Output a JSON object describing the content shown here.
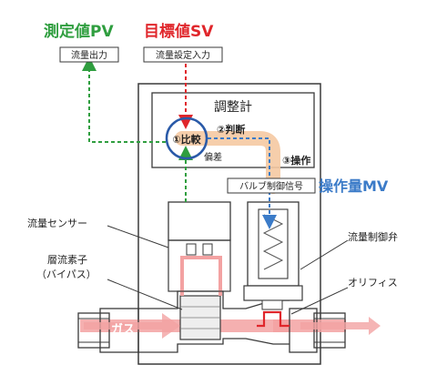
{
  "labels": {
    "pv_title": "測定値PV",
    "sv_title": "目標値SV",
    "mv_title": "操作量MV",
    "flow_output": "流量出力",
    "flow_setting_input": "流量設定入力",
    "controller": "調整計",
    "compare": "①比較",
    "judge": "②判断",
    "operate": "③操作",
    "deviation": "偏差",
    "valve_signal": "バルブ制御信号",
    "flow_sensor": "流量センサー",
    "laminar_element_line1": "層流素子",
    "laminar_element_line2": "（バイパス）",
    "flow_control_valve": "流量制御弁",
    "orifice": "オリフィス",
    "gas": "ガス"
  },
  "colors": {
    "pv_green": "#2f9e3f",
    "sv_red": "#e0262b",
    "mv_blue": "#3b7bc8",
    "circle_blue": "#2a5aa8",
    "orange_flow": "#f5c9a2",
    "gas_pink": "#f3a2a2",
    "outline": "#3a3a3a"
  }
}
